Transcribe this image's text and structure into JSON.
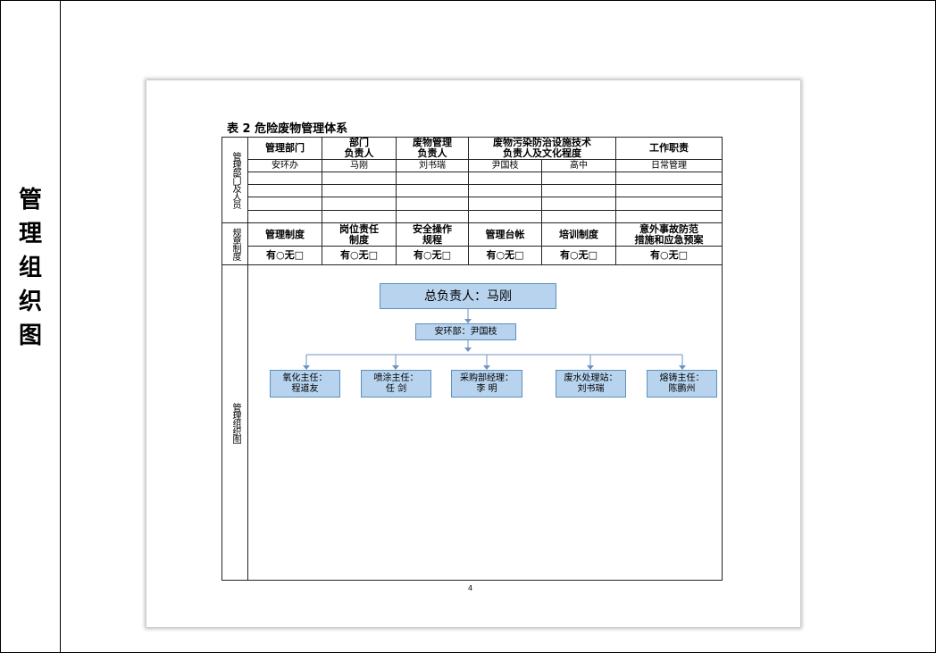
{
  "left_label": [
    "管",
    "理",
    "组",
    "织",
    "图"
  ],
  "table_title": "表 2  危险废物管理体系",
  "side_labels": {
    "personnel": "管理部门及人员",
    "rules": "规章制度",
    "org": "管理组织图"
  },
  "headers": {
    "col1": "管理部门",
    "col2_line1": "部门",
    "col2_line2": "负责人",
    "col3_line1": "废物管理",
    "col3_line2": "负责人",
    "col45_line1": "废物污染防治设施技术",
    "col45_line2": "负责人及文化程度",
    "col6": "工作职责"
  },
  "personnel_row": {
    "dept": "安环办",
    "head": "马刚",
    "waste_mgr": "刘书瑞",
    "tech_head": "尹国枝",
    "education": "高中",
    "duty": "日常管理"
  },
  "rules_headers": {
    "r1": "管理制度",
    "r2_line1": "岗位责任",
    "r2_line2": "制度",
    "r3_line1": "安全操作",
    "r3_line2": "规程",
    "r4": "管理台帐",
    "r5": "培训制度",
    "r6_line1": "意外事故防范",
    "r6_line2": "措施和应急预案"
  },
  "rules_status": [
    "有○无□",
    "有○无□",
    "有○无□",
    "有○无□",
    "有○无□",
    "有○无□"
  ],
  "org_chart": {
    "top": "总负责人：马刚",
    "middle": "安环部：尹国枝",
    "leaves": [
      {
        "title": "氧化主任：",
        "name": "程道友"
      },
      {
        "title": "喷涂主任：",
        "name": "任  剑"
      },
      {
        "title": "采购部经理：",
        "name": "李  明"
      },
      {
        "title": "废水处理站：",
        "name": "刘书瑞"
      },
      {
        "title": "熔铸主任：",
        "name": "陈鹏州"
      }
    ]
  },
  "page_number": "4",
  "colors": {
    "org_box_fill": "#b7d3ee",
    "org_box_border": "#5f8fc0",
    "connector": "#6f93c0"
  }
}
